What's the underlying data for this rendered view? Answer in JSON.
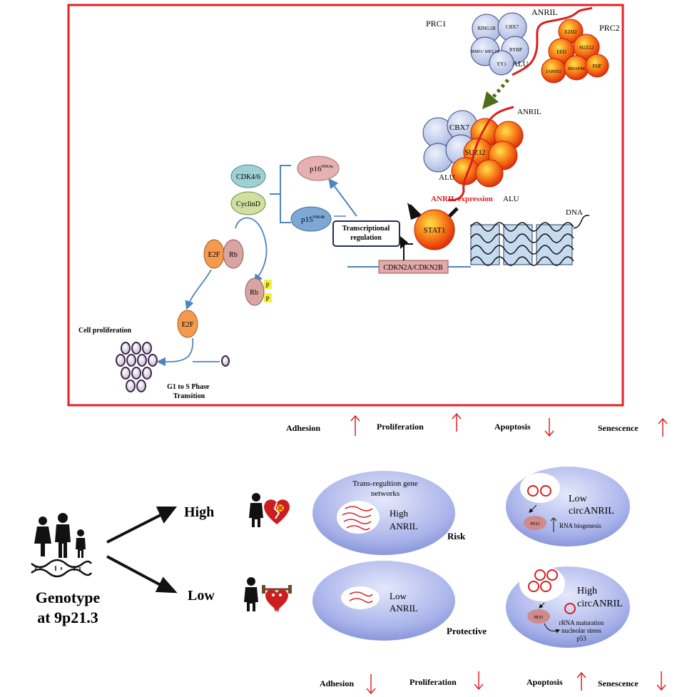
{
  "top_panel": {
    "complexes": {
      "prc1": "PRC1",
      "prc2": "PRC2",
      "anril_top": "ANRIL",
      "alu_top": "ALU",
      "prc1_units": [
        "RING1B",
        "CBX7",
        "BMI1/ MEL18",
        "RYBP",
        "YY1"
      ],
      "prc2_units": [
        "EZH2",
        "EED",
        "SUZ12",
        "JARID2",
        "RBAP46",
        "PHF"
      ],
      "cbx7": "CBX7",
      "suz12": "SUZ12",
      "anril_mid": "ANRIL",
      "alu_mid": "ALU",
      "anril_expression": "ANRIL expression",
      "alu_right": "ALU",
      "dna": "DNA",
      "stat1": "STAT1"
    },
    "pathway": {
      "cdk46": "CDK4/6",
      "cyclind": "CyclinD",
      "p16": "p16",
      "p16_sup": "INK4a",
      "p15": "p15",
      "p15_sup": "INK4b",
      "e2f": "E2F",
      "rb": "Rb",
      "rb_phos": "Rb",
      "phos": "P",
      "e2f_free": "E2F",
      "transcriptional_regulation": "Transcriptional regulation",
      "gene": "CDKN2A/CDKN2B",
      "cell_proliferation": "Cell proliferation",
      "g1s": "G1 to S Phase Transition"
    }
  },
  "effects_high": [
    {
      "label": "Adhesion",
      "arrow": "up"
    },
    {
      "label": "Proliferation",
      "arrow": "up"
    },
    {
      "label": "Apoptosis",
      "arrow": "down"
    },
    {
      "label": "Senescence",
      "arrow": "up"
    }
  ],
  "effects_low": [
    {
      "label": "Adhesion",
      "arrow": "down"
    },
    {
      "label": "Proliferation",
      "arrow": "down"
    },
    {
      "label": "Apoptosis",
      "arrow": "up"
    },
    {
      "label": "Senescence",
      "arrow": "down"
    }
  ],
  "genotype": {
    "label_line1": "Genotype",
    "label_line2": "at 9p21.3",
    "high": "High",
    "low": "Low"
  },
  "high_row": {
    "network_text": "Trans-regultion gene networks",
    "anril_line1": "High",
    "anril_line2": "ANRIL",
    "outcome": "Risk",
    "circ_line1": "Low",
    "circ_line2": "circANRIL",
    "pes1": "PES1",
    "rna": "RNA biogenesis"
  },
  "low_row": {
    "anril_line1": "Low",
    "anril_line2": "ANRIL",
    "outcome": "Protective",
    "circ_line1": "High",
    "circ_line2": "circANRIL",
    "pes1": "PES1",
    "rrna_lines": [
      "rRNA maturation",
      "nucleolar stress",
      "p53"
    ]
  },
  "colors": {
    "frame": "#e32226",
    "up_down_arrow": "#e32226",
    "anril_rna": "#d81f1f",
    "prc1_bead": "#c8d3ee",
    "prc2_bead": "#f2580e",
    "pathway_line": "#4f84c0",
    "cell_ellipse": "#9aa8e0"
  }
}
